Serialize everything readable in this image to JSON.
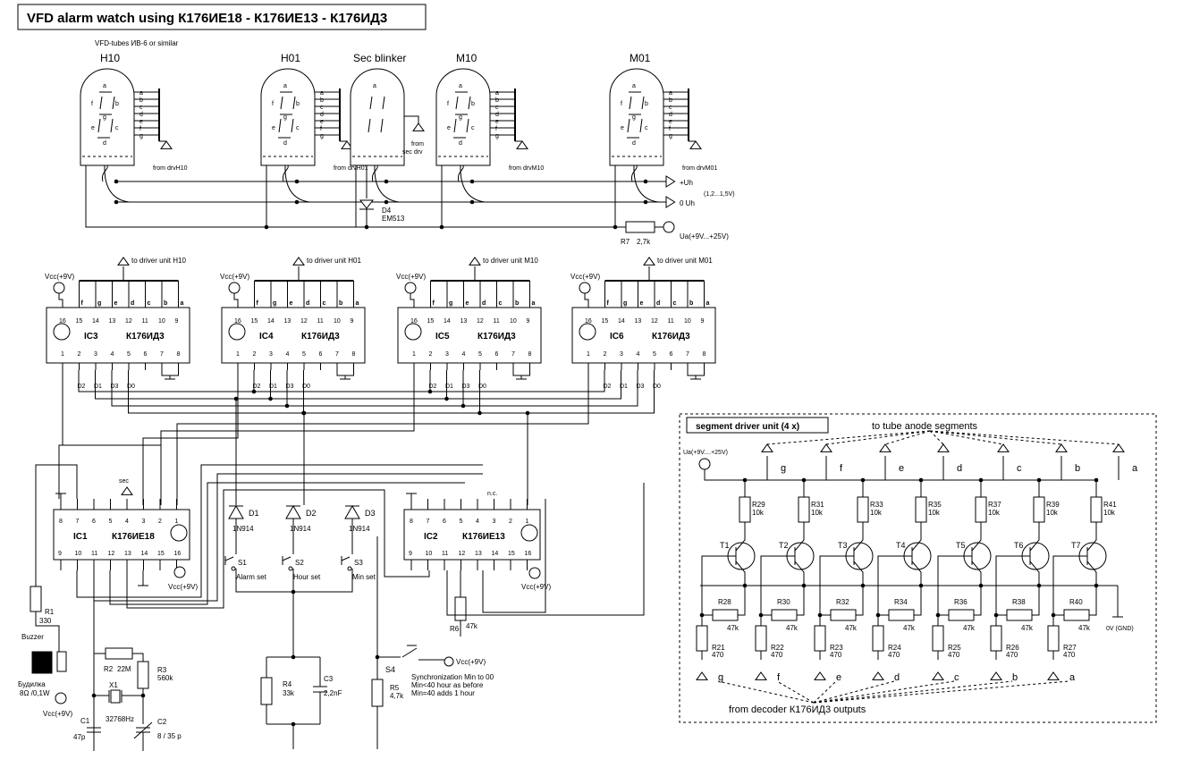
{
  "title": "VFD alarm watch using К176ИЕ18 -  К176ИЕ13 - К176ИД3",
  "tube_note": "VFD-tubes ИВ-6 or similar",
  "tubes": [
    {
      "name": "H10",
      "from": "from drvH10"
    },
    {
      "name": "H01",
      "from": "from drvH01"
    },
    {
      "name": "Sec blinker",
      "from": "from sec drv"
    },
    {
      "name": "M10",
      "from": "from drvM10"
    },
    {
      "name": "M01",
      "from": "from drvM01"
    }
  ],
  "segment_letters": [
    "a",
    "b",
    "c",
    "d",
    "e",
    "f",
    "g"
  ],
  "tube_pins": [
    "a",
    "b",
    "c",
    "d",
    "e",
    "f",
    "g"
  ],
  "heater": {
    "plus": "+Uh",
    "zero": "0 Uh",
    "range": "(1,2...1,5V)"
  },
  "d4": {
    "ref": "D4",
    "part": "EM513"
  },
  "r7": {
    "ref": "R7",
    "value": "2,7k",
    "supply": "Ua(+9V...+25V)"
  },
  "decoders": [
    {
      "ic": "IC3",
      "part": "К176ИД3",
      "to": "to driver unit H10"
    },
    {
      "ic": "IC4",
      "part": "К176ИД3",
      "to": "to driver unit H01"
    },
    {
      "ic": "IC5",
      "part": "К176ИД3",
      "to": "to driver unit M10"
    },
    {
      "ic": "IC6",
      "part": "К176ИД3",
      "to": "to driver unit M01"
    }
  ],
  "decoder_top_letters": [
    "f",
    "g",
    "e",
    "d",
    "c",
    "b",
    "a"
  ],
  "decoder_top_pins": [
    "16",
    "15",
    "14",
    "13",
    "12",
    "11",
    "10",
    "9"
  ],
  "decoder_bottom_pins": [
    "1",
    "2",
    "3",
    "4",
    "5",
    "6",
    "7",
    "8"
  ],
  "decoder_data_labels": [
    "D2",
    "D1",
    "D3",
    "D0"
  ],
  "vcc9": "Vcc(+9V)",
  "ic1": {
    "ic": "IC1",
    "part": "К176ИЕ18",
    "sec": "sec",
    "top_pins": [
      "8",
      "7",
      "6",
      "5",
      "4",
      "3",
      "2",
      "1"
    ],
    "bottom_pins": [
      "9",
      "10",
      "11",
      "12",
      "13",
      "14",
      "15",
      "16"
    ]
  },
  "ic2": {
    "ic": "IC2",
    "part": "К176ИЕ13",
    "nc": "n.c.",
    "top_pins": [
      "8",
      "7",
      "6",
      "5",
      "4",
      "3",
      "2",
      "1"
    ],
    "bottom_pins": [
      "9",
      "10",
      "11",
      "12",
      "13",
      "14",
      "15",
      "16"
    ]
  },
  "diodes": [
    {
      "ref": "D1",
      "part": "1N914"
    },
    {
      "ref": "D2",
      "part": "1N914"
    },
    {
      "ref": "D3",
      "part": "1N914"
    }
  ],
  "switches": [
    {
      "ref": "S1",
      "label": "Alarm set"
    },
    {
      "ref": "S2",
      "label": "Hour set"
    },
    {
      "ref": "S3",
      "label": "Min set"
    }
  ],
  "r1": {
    "ref": "R1",
    "value": "330"
  },
  "buzzer": {
    "label": "Buzzer",
    "ru": "Будилка",
    "spec": "8Ω /0,1W"
  },
  "r2": {
    "ref": "R2",
    "value": "22M"
  },
  "r3": {
    "ref": "R3",
    "value": "560k"
  },
  "x1": {
    "ref": "X1",
    "value": "32768Hz"
  },
  "c1": {
    "ref": "C1",
    "value": "47p"
  },
  "c2": {
    "ref": "C2",
    "value": "8 / 35 p"
  },
  "r4": {
    "ref": "R4",
    "value": "33k"
  },
  "c3": {
    "ref": "C3",
    "value": "2,2nF"
  },
  "r5": {
    "ref": "R5",
    "value": "4,7k"
  },
  "r6": {
    "ref": "R6",
    "value": "47k"
  },
  "s4": {
    "ref": "S4",
    "note1": "Synchronization Min to 00",
    "note2": "Min<40 hour as before",
    "note3": "Min=40 adds 1 hour"
  },
  "driver": {
    "title": "segment driver unit (4 x)",
    "to_anodes": "to tube anode segments",
    "supply": "Ua(+9V....+25V)",
    "columns": [
      {
        "seg": "g",
        "t": "T1",
        "rc": "R29",
        "rb": "R28",
        "rin": "R21"
      },
      {
        "seg": "f",
        "t": "T2",
        "rc": "R31",
        "rb": "R30",
        "rin": "R22"
      },
      {
        "seg": "e",
        "t": "T3",
        "rc": "R33",
        "rb": "R32",
        "rin": "R23"
      },
      {
        "seg": "d",
        "t": "T4",
        "rc": "R35",
        "rb": "R34",
        "rin": "R24"
      },
      {
        "seg": "c",
        "t": "T5",
        "rc": "R37",
        "rb": "R36",
        "rin": "R25"
      },
      {
        "seg": "b",
        "t": "T6",
        "rc": "R39",
        "rb": "R38",
        "rin": "R26"
      },
      {
        "seg": "a",
        "t": "T7",
        "rc": "R41",
        "rb": "R40",
        "rin": "R27"
      }
    ],
    "rc_value": "10k",
    "rb_value": "47k",
    "rin_value": "470",
    "gnd": "0V (GND)",
    "from_decoder": "from decoder К176ИД3 outputs"
  }
}
